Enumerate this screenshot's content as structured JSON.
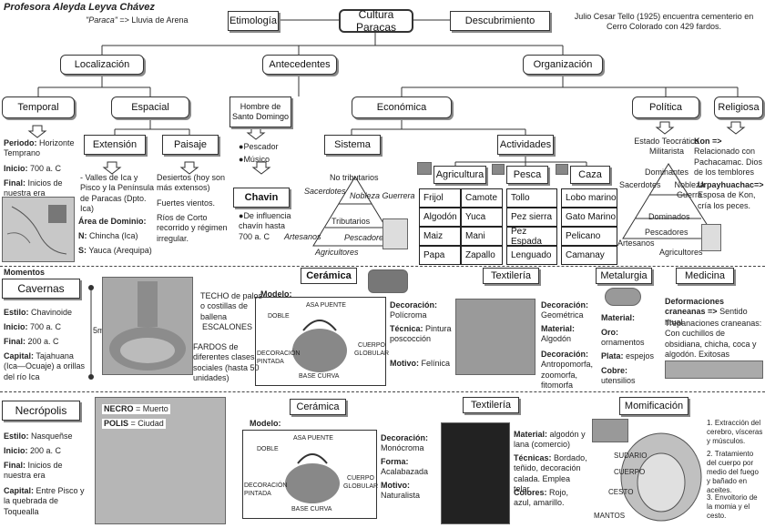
{
  "author": "Profesora Aleyda Leyva Chávez",
  "root": "Cultura Paracas",
  "etimologia": {
    "label": "Etimología",
    "note_word": "\"Paraca\"",
    "note_rest": " => Lluvia de Arena"
  },
  "descubrimiento": {
    "label": "Descubrimiento",
    "note": "Julio Cesar Tello (1925) encuentra cementerio en Cerro Colorado con 429 fardos."
  },
  "localizacion": {
    "label": "Localización",
    "temporal": {
      "label": "Temporal",
      "periodo_k": "Periodo:",
      "periodo_v": "Horizonte Temprano",
      "inicio_k": "Inicio:",
      "inicio_v": "700 a. C",
      "final_k": "Final:",
      "final_v": "Inicios de nuestra era"
    },
    "espacial": {
      "label": "Espacial",
      "extension": {
        "label": "Extensión",
        "text": "- Valles de Ica y Pisco y la Península de Paracas (Dpto. Ica)"
      },
      "paisaje": {
        "label": "Paisaje",
        "text1": "Desiertos (hoy son más extensos)",
        "text2": "Fuertes vientos.",
        "text3": "Ríos de Corto recorrido y régimen irregular."
      },
      "area_title": "Área de Dominio:",
      "n_k": "N:",
      "n_v": "Chincha (Ica)",
      "s_k": "S:",
      "s_v": "Yauca (Arequipa)"
    }
  },
  "antecedentes": {
    "label": "Antecedentes",
    "hombre": "Hombre de Santo Domingo",
    "items": [
      "Pescador",
      "Músico"
    ],
    "chavin": "Chavin",
    "chavin_note": "De influencia chavín hasta 700 a. C"
  },
  "organizacion": {
    "label": "Organización",
    "economica": {
      "label": "Económica",
      "sistema": {
        "label": "Sistema",
        "top": "No tributarios",
        "sacerdotes": "Sacerdotes",
        "nobleza": "Nobleza Guerrera",
        "tributarios": "Tributarios",
        "artesanos": "Artesanos",
        "pescadores": "Pescadores",
        "agricultores": "Agricultores"
      },
      "actividades": {
        "label": "Actividades",
        "agricultura": {
          "label": "Agricultura",
          "items": [
            "Frijol",
            "Camote",
            "Algodón",
            "Yuca",
            "Maiz",
            "Mani",
            "Papa",
            "Zapallo"
          ]
        },
        "pesca": {
          "label": "Pesca",
          "items": [
            "Tollo",
            "Pez sierra",
            "Pez Espada",
            "Lenguado"
          ]
        },
        "caza": {
          "label": "Caza",
          "items": [
            "Lobo marino",
            "Gato Marino",
            "Pelicano",
            "Camanay"
          ]
        }
      }
    },
    "politica": {
      "label": "Política",
      "text": "Estado Teocrático Militarista",
      "pyr": {
        "dominantes": "Dominantes",
        "sacerdotes": "Sacerdotes",
        "nobleza": "Nobleza Guerra",
        "dominados": "Dominados",
        "pescadores": "Pescadores",
        "artesanos": "Artesanos",
        "agricultores": "Agricultores"
      }
    },
    "religiosa": {
      "label": "Religiosa",
      "kon_k": "Kon =>",
      "kon_v": "Relacionado con Pachacamac. Dios de los temblores",
      "urp_k": "Urpayhuachac=>",
      "urp_v": "Esposa de Kon, cría los peces."
    }
  },
  "momentos": {
    "label": "Momentos",
    "cavernas": {
      "label": "Cavernas",
      "estilo_k": "Estilo:",
      "estilo_v": "Chavinoide",
      "inicio_k": "Inicio:",
      "inicio_v": "700 a. C",
      "final_k": "Final:",
      "final_v": "200 a. C",
      "capital_k": "Capital:",
      "capital_v": "Tajahuana (Ica—Ocuaje) a orillas del río Ica",
      "tomb": {
        "techo": "TECHO de palos o costillas de ballena",
        "escalones": "ESCALONES",
        "fardos": "FARDOS de diferentes clases sociales (hasta 50 unidades)",
        "depth": "5m"
      },
      "ceramica": {
        "label": "Cerámica",
        "modelo": "Modelo:",
        "asa": "ASA PUENTE",
        "doble": "DOBLE",
        "deco": "DECORACIÓN PINTADA",
        "cuerpo": "CUERPO GLOBULAR",
        "base": "BASE CURVA",
        "dec_k": "Decoración:",
        "dec_v": "Polícroma",
        "tec_k": "Técnica:",
        "tec_v": "Pintura poscocción",
        "mot_k": "Motivo:",
        "mot_v": "Felínica"
      },
      "textileria": {
        "label": "Textilería",
        "dec_k": "Decoración:",
        "dec_v": "Geométrica",
        "mat_k": "Material:",
        "mat_v": "Algodón",
        "dec2_k": "Decoración:",
        "dec2_v": "Antropomorfa, zoomorfa, fitomorfa"
      },
      "metalurgia": {
        "label": "Metalurgia",
        "mat_k": "Material:",
        "oro_k": "Oro:",
        "oro_v": "ornamentos",
        "plata_k": "Plata:",
        "plata_v": "espejos",
        "cobre_k": "Cobre:",
        "cobre_v": "utensilios"
      },
      "medicina": {
        "label": "Medicina",
        "def_k": "Deformaciones craneanas =>",
        "def_v": "Sentido ritual",
        "trep": "Trepanaciones craneanas: Con cuchillos de obsidiana, chicha, coca y algodón. Exitosas"
      }
    },
    "necropolis": {
      "label": "Necrópolis",
      "necro_k": "NECRO",
      "necro_v": "= Muerto",
      "polis_k": "POLIS",
      "polis_v": "= Ciudad",
      "estilo_k": "Estilo:",
      "estilo_v": "Nasqueñse",
      "inicio_k": "Inicio:",
      "inicio_v": "200 a. C",
      "final_k": "Final:",
      "final_v": "Inicios de nuestra era",
      "capital_k": "Capital:",
      "capital_v": "Entre Pisco y la quebrada de Toquealla",
      "ceramica": {
        "label": "Cerámica",
        "modelo": "Modelo:",
        "asa": "ASA PUENTE",
        "doble": "DOBLE",
        "deco": "DECORACIÓN PINTADA",
        "cuerpo": "CUERPO GLOBULAR",
        "base": "BASE CURVA",
        "dec_k": "Decoración:",
        "dec_v": "Monócroma",
        "forma_k": "Forma:",
        "forma_v": "Acalabazada",
        "mot_k": "Motivo:",
        "mot_v": "Naturalista"
      },
      "textileria": {
        "label": "Textilería",
        "mat_k": "Material:",
        "mat_v": "algodón y lana (comercio)",
        "tec_k": "Técnicas:",
        "tec_v": "Bordado, teñido, decoración calada. Emplea telar",
        "col_k": "Colores:",
        "col_v": "Rojo, azul, amarillo."
      },
      "momificacion": {
        "label": "Momificación",
        "sudario": "SUDARIO",
        "cuerpo": "CUERPO",
        "cesto": "CESTO",
        "mantos": "MANTOS",
        "steps": [
          "1. Extracción del cerebro, vísceras y músculos.",
          "2. Tratamiento del cuerpo por medio del fuego y bañado en aceites.",
          "3. Envoltorio de la momia y el cesto."
        ]
      }
    }
  }
}
